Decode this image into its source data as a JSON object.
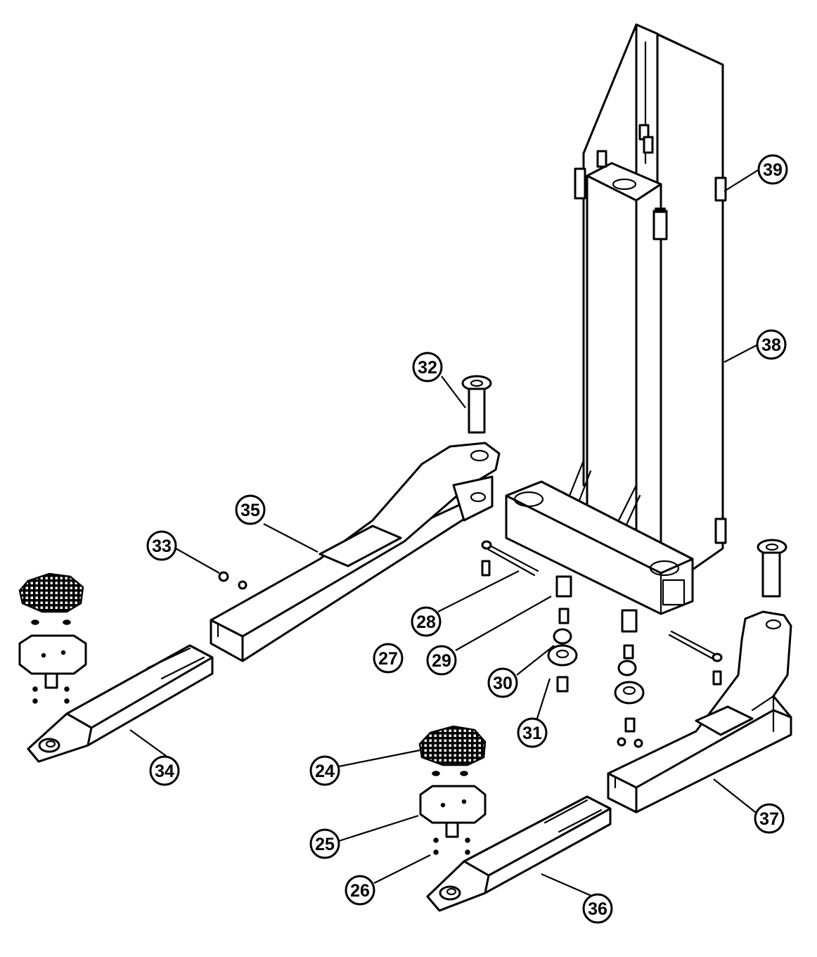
{
  "callouts": [
    {
      "id": "24",
      "label": "24"
    },
    {
      "id": "25",
      "label": "25"
    },
    {
      "id": "26",
      "label": "26"
    },
    {
      "id": "27",
      "label": "27"
    },
    {
      "id": "28",
      "label": "28"
    },
    {
      "id": "29",
      "label": "29"
    },
    {
      "id": "30",
      "label": "30"
    },
    {
      "id": "31",
      "label": "31"
    },
    {
      "id": "32",
      "label": "32"
    },
    {
      "id": "33",
      "label": "33"
    },
    {
      "id": "34",
      "label": "34"
    },
    {
      "id": "35",
      "label": "35"
    },
    {
      "id": "36",
      "label": "36"
    },
    {
      "id": "37",
      "label": "37"
    },
    {
      "id": "38",
      "label": "38"
    },
    {
      "id": "39",
      "label": "39"
    }
  ]
}
